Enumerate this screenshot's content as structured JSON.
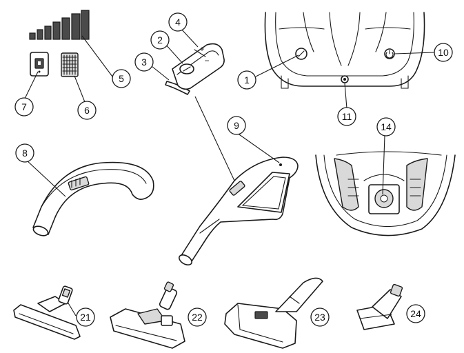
{
  "callouts": {
    "c1": "1",
    "c2": "2",
    "c3": "3",
    "c4": "4",
    "c5": "5",
    "c6": "6",
    "c7": "7",
    "c8": "8",
    "c9": "9",
    "c10": "10",
    "c11": "11",
    "c14": "14",
    "c21": "21",
    "c22": "22",
    "c23": "23",
    "c24": "24"
  },
  "control_symbols": {
    "plus": "+",
    "minus": "−"
  }
}
